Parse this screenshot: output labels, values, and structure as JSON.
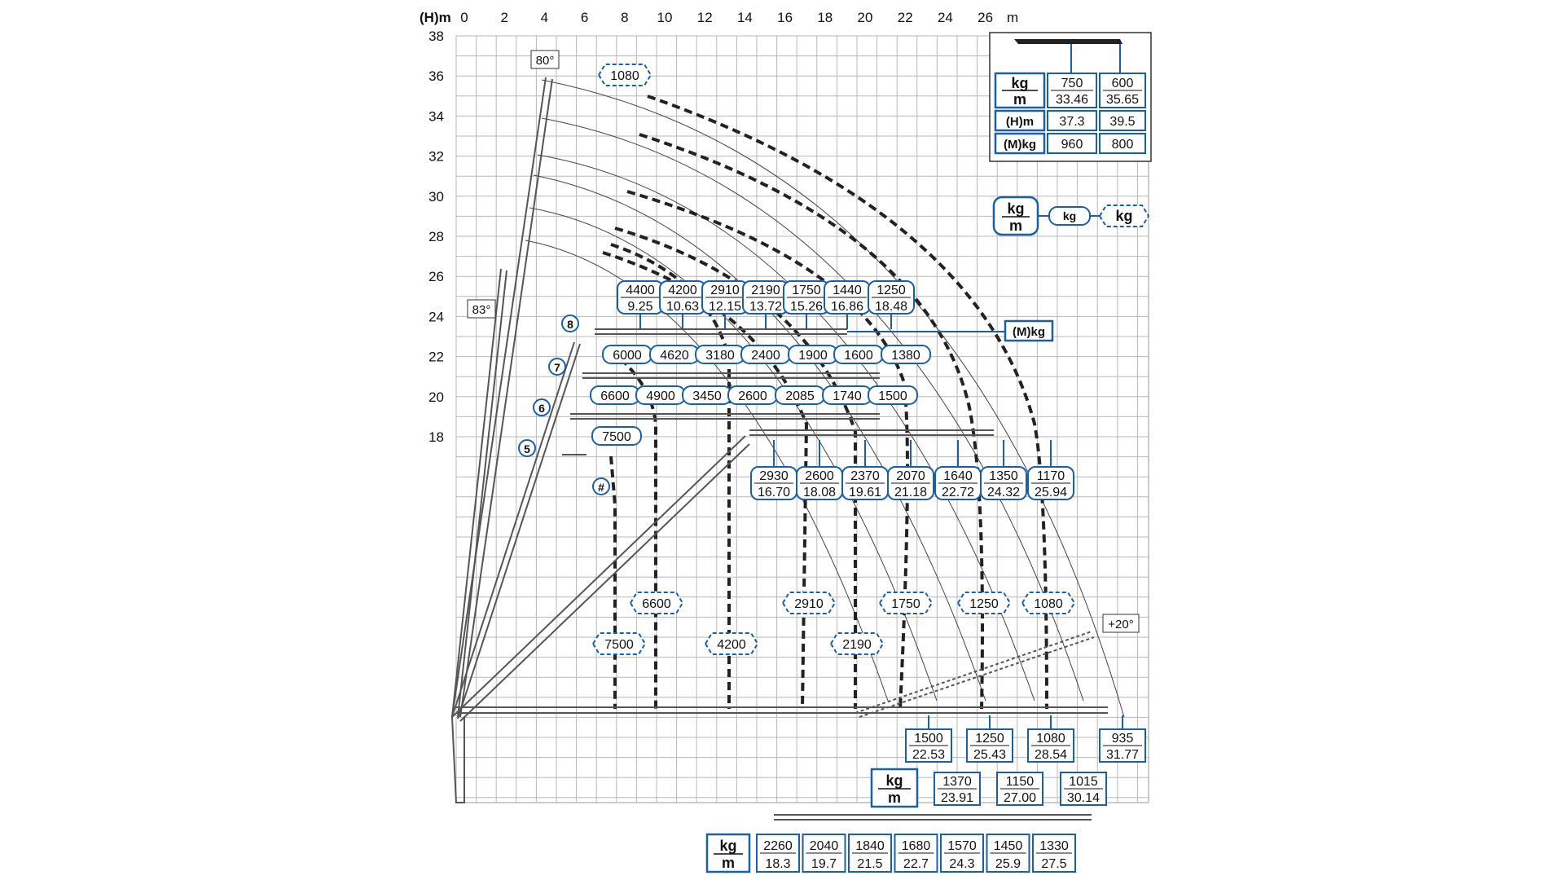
{
  "axes": {
    "y_axis_label": "(H)m",
    "x_axis_unit": "m",
    "x_ticks": [
      "0",
      "2",
      "4",
      "6",
      "8",
      "10",
      "12",
      "14",
      "16",
      "18",
      "20",
      "22",
      "24",
      "26"
    ],
    "y_ticks": [
      "38",
      "36",
      "34",
      "32",
      "30",
      "28",
      "26",
      "24",
      "22",
      "20",
      "18"
    ]
  },
  "angles": {
    "a80": "80°",
    "a83": "83°",
    "a20": "+20°"
  },
  "legend": {
    "kg": "kg",
    "m": "m",
    "small_kg": "kg",
    "dashed_kg": "kg",
    "mkg": "(M)kg"
  },
  "extension_table": {
    "header_kg": "kg",
    "header_m": "m",
    "col1_kg": "750",
    "col1_m": "33.46",
    "col2_kg": "600",
    "col2_m": "35.65",
    "h_label": "(H)m",
    "h1": "37.3",
    "h2": "39.5",
    "mkg_label": "(M)kg",
    "mkg1": "960",
    "mkg2": "800"
  },
  "boom_labels": {
    "b8": "8",
    "b7": "7",
    "b6": "6",
    "b5": "5",
    "hash": "#"
  },
  "top_dashed_label": "1080",
  "row_top_kg_m": [
    {
      "kg": "4400",
      "m": "9.25"
    },
    {
      "kg": "4200",
      "m": "10.63"
    },
    {
      "kg": "2910",
      "m": "12.15"
    },
    {
      "kg": "2190",
      "m": "13.72"
    },
    {
      "kg": "1750",
      "m": "15.26"
    },
    {
      "kg": "1440",
      "m": "16.86"
    },
    {
      "kg": "1250",
      "m": "18.48"
    }
  ],
  "row_8_kg": [
    "6000",
    "4620",
    "3180",
    "2400",
    "1900",
    "1600",
    "1380"
  ],
  "row_7_kg": [
    "6600",
    "4900",
    "3450",
    "2600",
    "2085",
    "1740",
    "1500"
  ],
  "row_6_kg": [
    "7500"
  ],
  "row_5_kg_m": [
    {
      "kg": "2930",
      "m": "16.70"
    },
    {
      "kg": "2600",
      "m": "18.08"
    },
    {
      "kg": "2370",
      "m": "19.61"
    },
    {
      "kg": "2070",
      "m": "21.18"
    },
    {
      "kg": "1640",
      "m": "22.72"
    },
    {
      "kg": "1350",
      "m": "24.32"
    },
    {
      "kg": "1170",
      "m": "25.94"
    }
  ],
  "dashed_mid_labels": [
    "6600",
    "2910",
    "1750",
    "1250",
    "1080"
  ],
  "dashed_low_labels": [
    "7500",
    "4200",
    "2190"
  ],
  "bottom_row_a": [
    {
      "kg": "1500",
      "m": "22.53"
    },
    {
      "kg": "1250",
      "m": "25.43"
    },
    {
      "kg": "1080",
      "m": "28.54"
    },
    {
      "kg": "935",
      "m": "31.77"
    }
  ],
  "bottom_row_b": [
    {
      "kg": "1370",
      "m": "23.91"
    },
    {
      "kg": "1150",
      "m": "27.00"
    },
    {
      "kg": "1015",
      "m": "30.14"
    }
  ],
  "bottom_table": {
    "header_kg": "kg",
    "header_m": "m",
    "cols": [
      {
        "kg": "2260",
        "m": "18.3"
      },
      {
        "kg": "2040",
        "m": "19.7"
      },
      {
        "kg": "1840",
        "m": "21.5"
      },
      {
        "kg": "1680",
        "m": "22.7"
      },
      {
        "kg": "1570",
        "m": "24.3"
      },
      {
        "kg": "1450",
        "m": "25.9"
      },
      {
        "kg": "1330",
        "m": "27.5"
      }
    ]
  },
  "colors": {
    "blue": "#1a5fa8",
    "grid": "#b8b8b8",
    "line": "#333333"
  }
}
